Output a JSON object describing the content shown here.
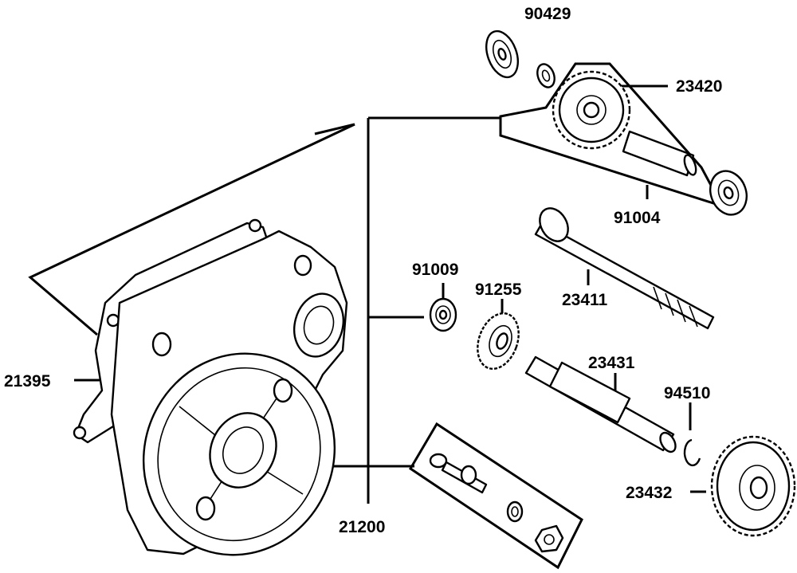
{
  "labels": {
    "p90429": "90429",
    "p23420": "23420",
    "p91004": "91004",
    "p91009": "91009",
    "p91255": "91255",
    "p23411": "23411",
    "p23431": "23431",
    "p94510": "94510",
    "p21395": "21395",
    "p23432": "23432",
    "p21200": "21200"
  }
}
